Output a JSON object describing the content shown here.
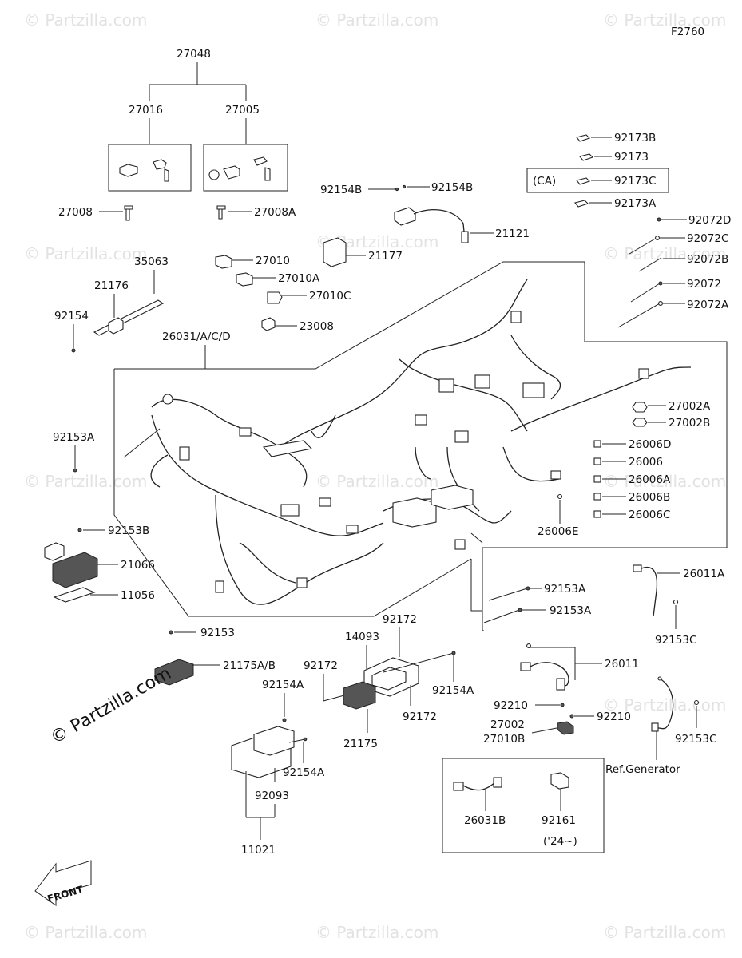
{
  "figure_code": "F2760",
  "watermark": "© Partzilla.com",
  "logo": "© Partzilla.com",
  "front_label": "FRONT",
  "ref_generator": "Ref.Generator",
  "ca_label": "(CA)",
  "year_note": "('24~)",
  "callouts": {
    "p27048": "27048",
    "p27016": "27016",
    "p27005": "27005",
    "p27008": "27008",
    "p27008A": "27008A",
    "p35063": "35063",
    "p21176": "21176",
    "p92154": "92154",
    "p27010": "27010",
    "p27010A": "27010A",
    "p27010C": "27010C",
    "p23008": "23008",
    "p21177": "21177",
    "p92154B_l": "92154B",
    "p92154B_r": "92154B",
    "p21121": "21121",
    "p92173B": "92173B",
    "p92173": "92173",
    "p92173C": "92173C",
    "p92173A": "92173A",
    "p92072D": "92072D",
    "p92072C": "92072C",
    "p92072B": "92072B",
    "p92072": "92072",
    "p92072A": "92072A",
    "p26031": "26031/A/C/D",
    "p27002A": "27002A",
    "p27002B": "27002B",
    "p26006D": "26006D",
    "p26006": "26006",
    "p26006A": "26006A",
    "p26006B": "26006B",
    "p26006C": "26006C",
    "p26006E": "26006E",
    "p92153A_l": "92153A",
    "p92153B": "92153B",
    "p21066": "21066",
    "p11056": "11056",
    "p92153A_1": "92153A",
    "p92153A_2": "92153A",
    "p26011A": "26011A",
    "p92153C_1": "92153C",
    "p92153": "92153",
    "p21175AB": "21175A/B",
    "p92172_t": "92172",
    "p14093": "14093",
    "p92172_l": "92172",
    "p92154A_r": "92154A",
    "p92172_b": "92172",
    "p21175": "21175",
    "p92154A_t": "92154A",
    "p92154A_b": "92154A",
    "p92093": "92093",
    "p11021": "11021",
    "p26011": "26011",
    "p92210_l": "92210",
    "p92210_r": "92210",
    "p27002": "27002",
    "p27010B": "27010B",
    "p92153C_2": "92153C",
    "p26031B": "26031B",
    "p92161": "92161"
  }
}
